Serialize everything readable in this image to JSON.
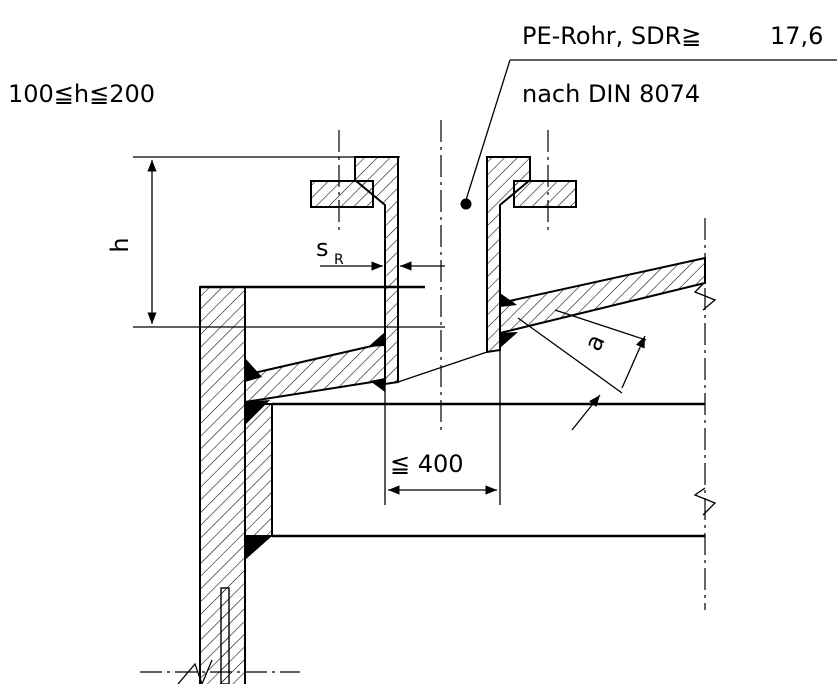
{
  "labels": {
    "material_line1": "PE-Rohr, SDR≧",
    "material_line1_value": "17,6",
    "material_line2": "nach DIN 8074",
    "height_range": "100≦h≦200",
    "height_dim": "h",
    "wall_dim": "s",
    "wall_dim_sub": "R",
    "distance_dim": "≦ 400",
    "weld_dim": "a"
  }
}
